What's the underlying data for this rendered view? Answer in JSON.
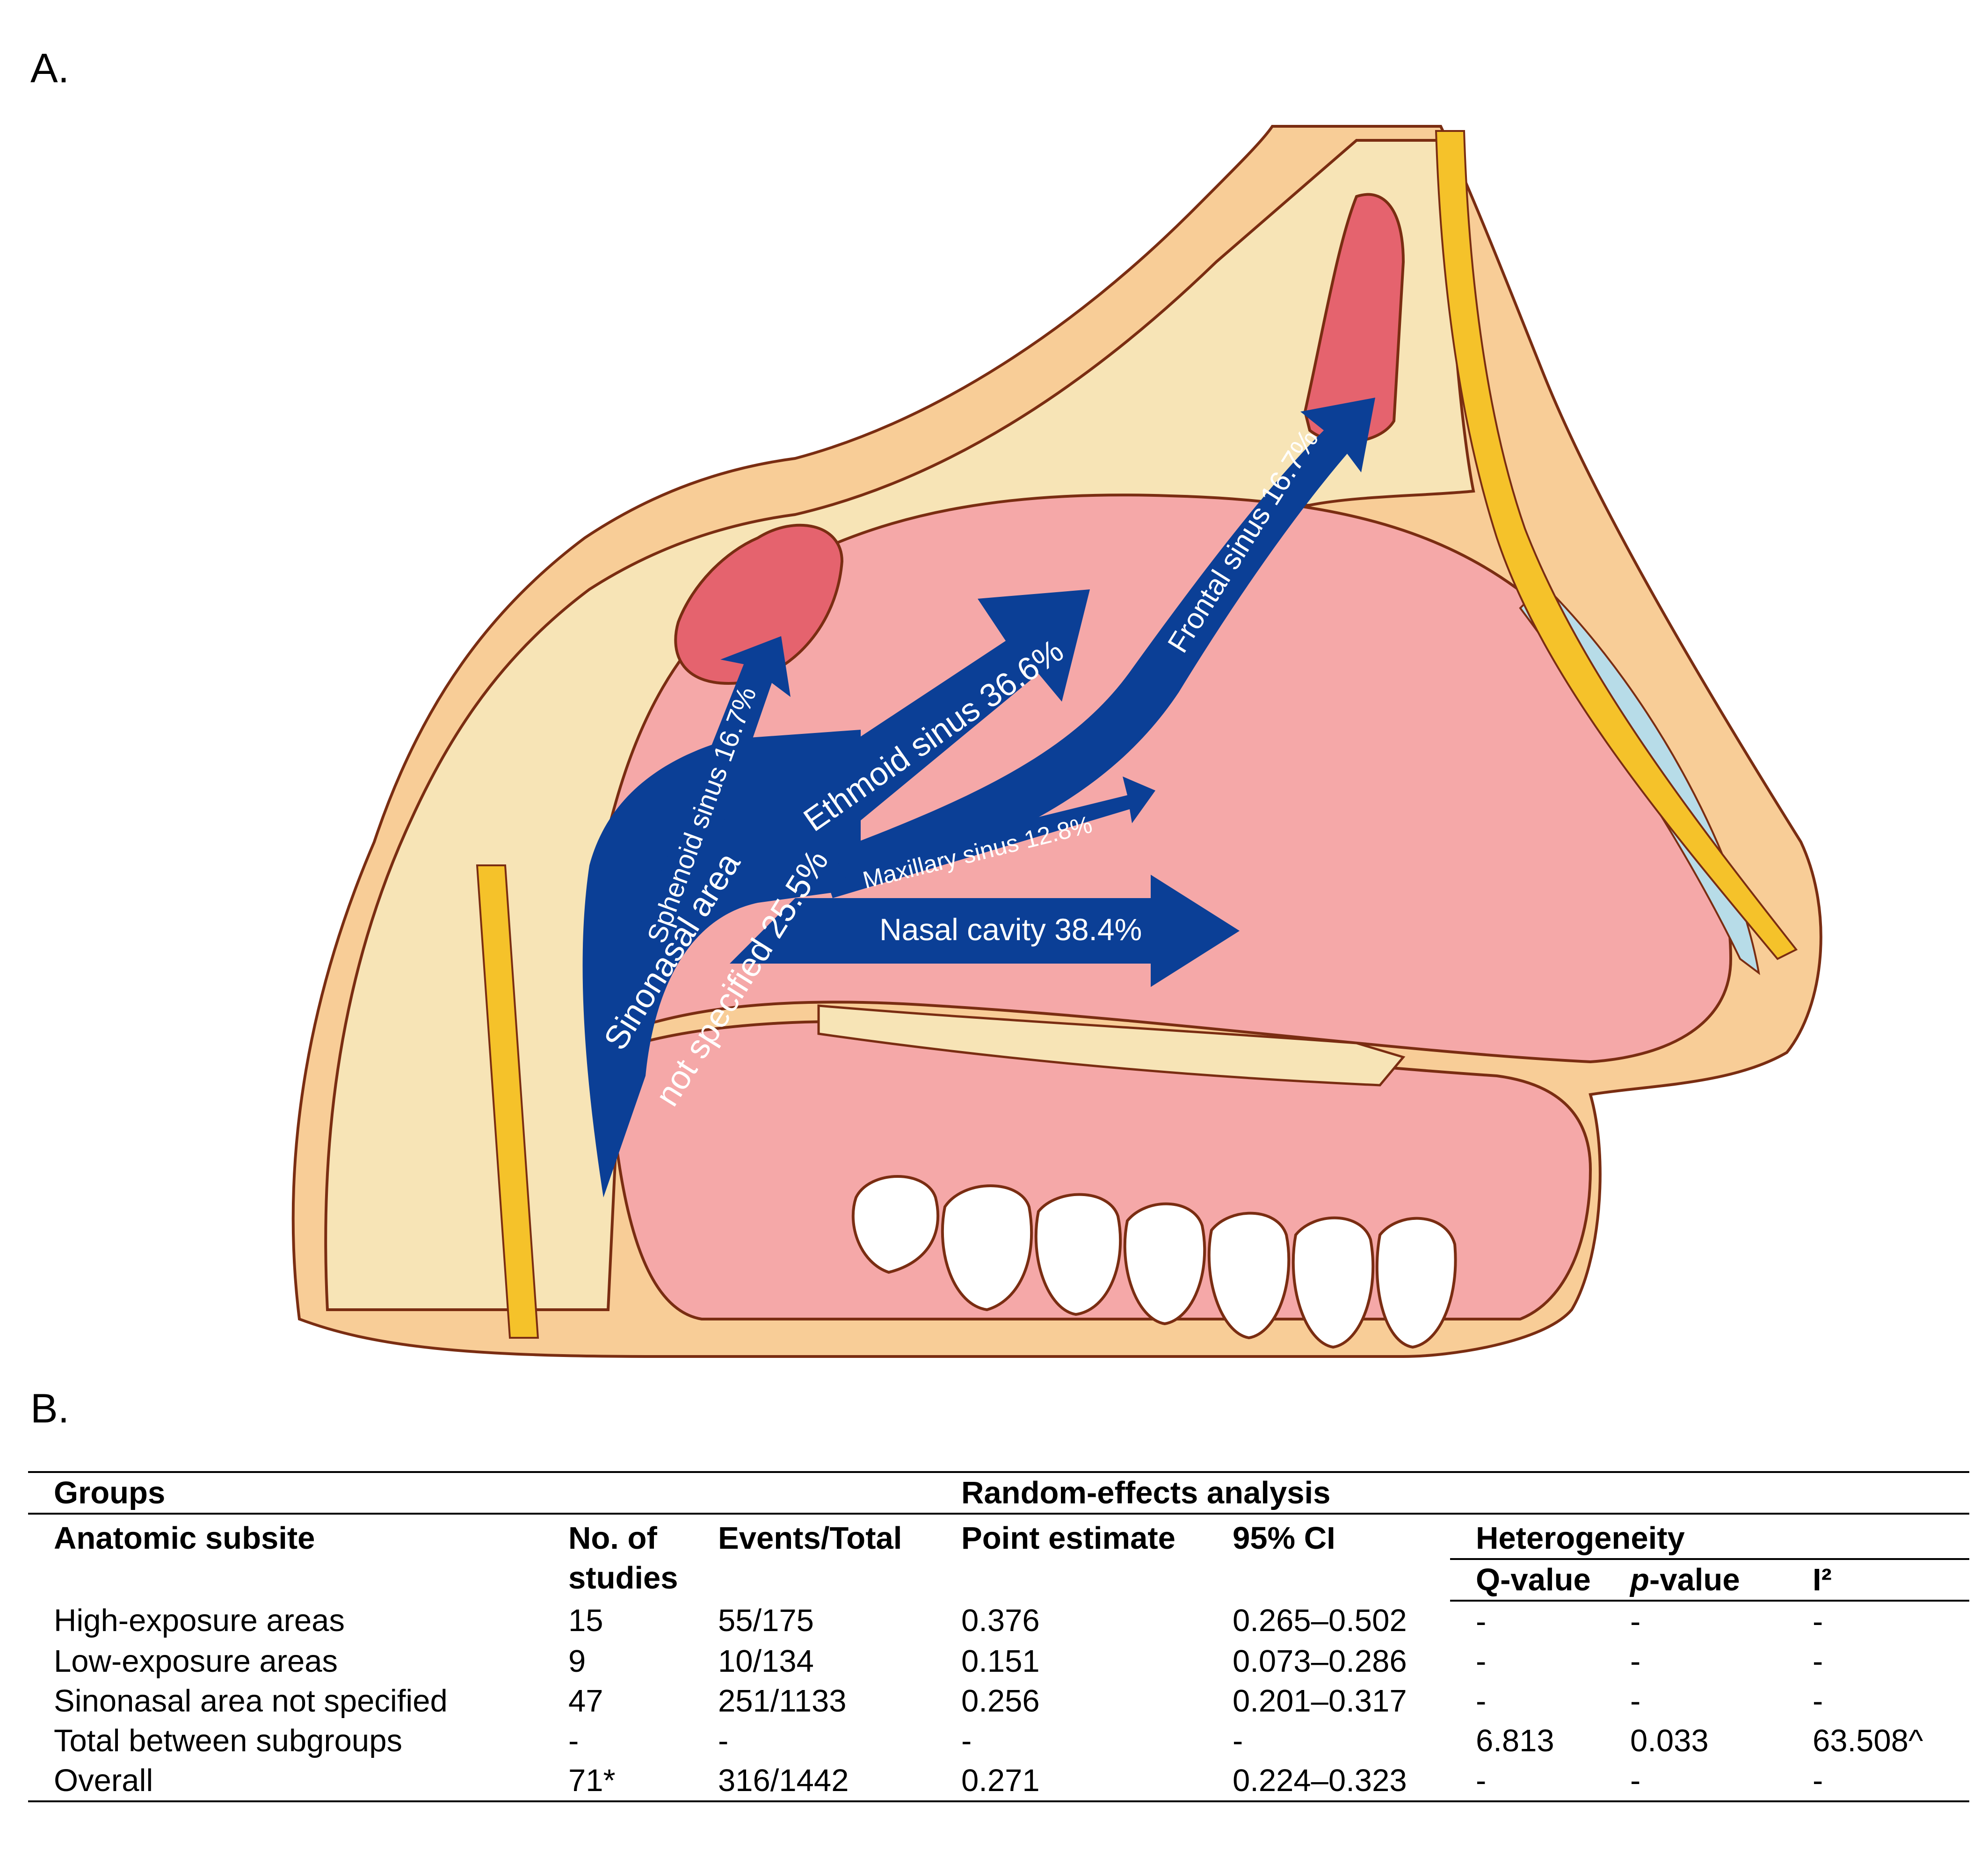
{
  "panel_a": {
    "label": "A."
  },
  "panel_b": {
    "label": "B."
  },
  "arrows": {
    "origin": "Sinonasal area",
    "origin_line2": "not specified 25.5%",
    "sphenoid": "Sphenoid sinus 16.7%",
    "ethmoid": "Ethmoid sinus 36.6%",
    "frontal": "Frontal sinus 16.7%",
    "maxillary": "Maxillary sinus 12.8%",
    "nasal": "Nasal cavity 38.4%"
  },
  "colors": {
    "arrow": "#0b3f96",
    "skin": "#f8cd97",
    "bone": "#f7e4b6",
    "mucosa": "#f5a8a8",
    "sinus": "#e5636e",
    "fat": "#f5c22a",
    "cartilage": "#b7dce8",
    "outline": "#7a2d12"
  },
  "table": {
    "header1": {
      "groups": "Groups",
      "analysis": "Random-effects analysis"
    },
    "header2": {
      "subsite": "Anatomic subsite",
      "studies_l1": "No. of",
      "studies_l2": "studies",
      "events": "Events/Total",
      "point": "Point estimate",
      "ci": "95% CI",
      "heterogeneity": "Heterogeneity"
    },
    "header3": {
      "q": "Q-value",
      "p_italic": "p",
      "p_rest": "-value",
      "i2": "I²"
    },
    "rows": [
      {
        "subsite": "High-exposure areas",
        "studies": "15",
        "events": "55/175",
        "point": "0.376",
        "ci": "0.265–0.502",
        "q": "-",
        "p": "-",
        "i2": "-"
      },
      {
        "subsite": "Low-exposure areas",
        "studies": "9",
        "events": "10/134",
        "point": "0.151",
        "ci": "0.073–0.286",
        "q": "-",
        "p": "-",
        "i2": "-"
      },
      {
        "subsite": "Sinonasal area not specified",
        "studies": "47",
        "events": "251/1133",
        "point": "0.256",
        "ci": "0.201–0.317",
        "q": "-",
        "p": "-",
        "i2": "-"
      },
      {
        "subsite": "Total between subgroups",
        "studies": "-",
        "events": "-",
        "point": "-",
        "ci": "-",
        "q": "6.813",
        "p": "0.033",
        "i2": "63.508^"
      },
      {
        "subsite": "Overall",
        "studies": "71*",
        "events": "316/1442",
        "point": "0.271",
        "ci": "0.224–0.323",
        "q": "-",
        "p": "-",
        "i2": "-"
      }
    ]
  }
}
